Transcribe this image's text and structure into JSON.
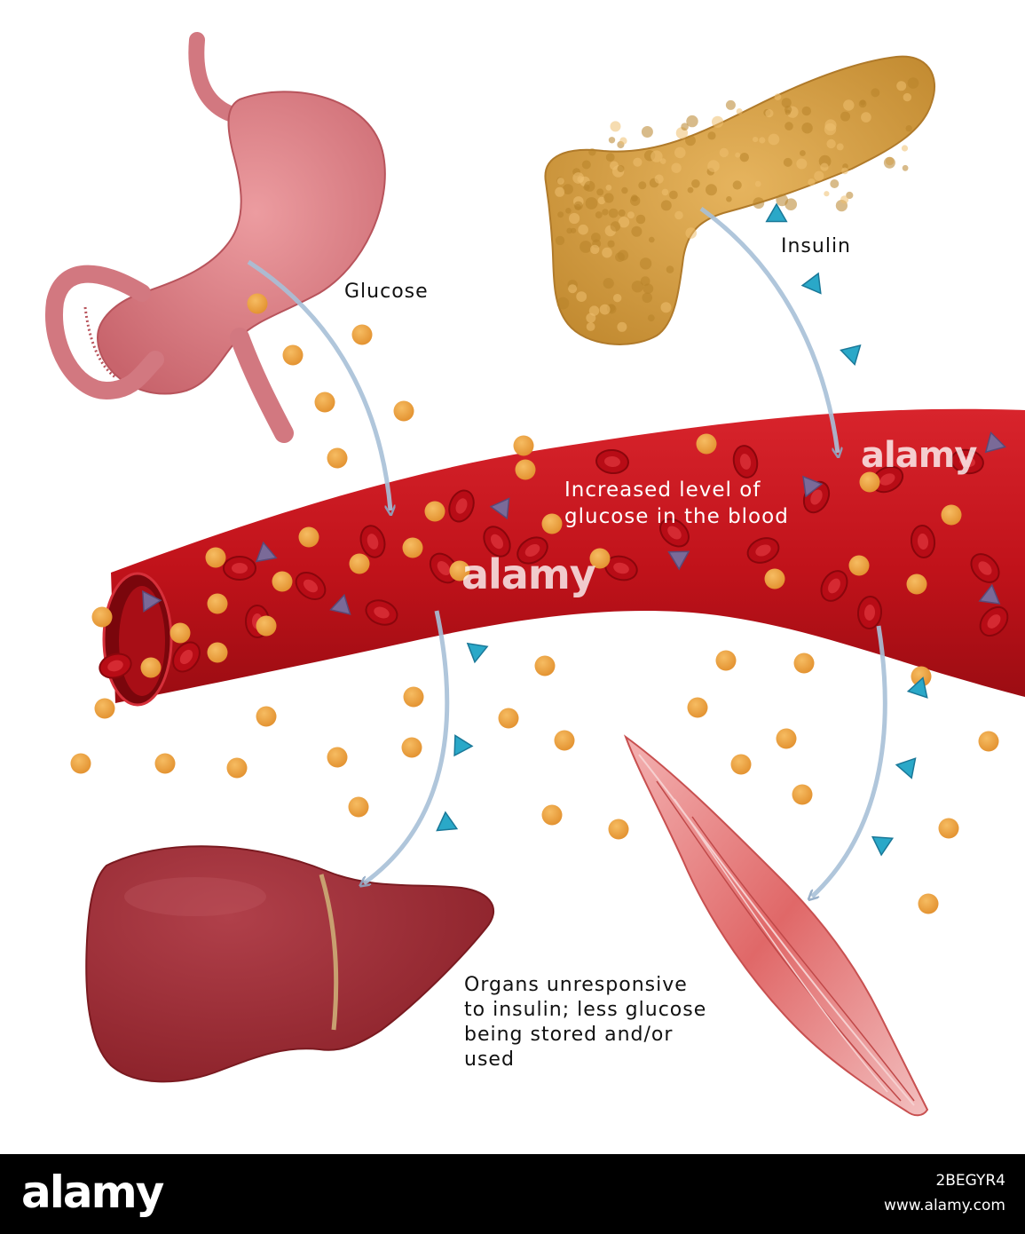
{
  "labels": {
    "glucose": "Glucose",
    "insulin": "Insulin",
    "blood_line1": "Increased level of",
    "blood_line2": "glucose in the blood",
    "organs_line1": "Organs unresponsive",
    "organs_line2": "to insulin; less glucose",
    "organs_line3": "being stored and/or",
    "organs_line4": "used"
  },
  "watermark": {
    "text": "alamy"
  },
  "footer": {
    "logo": "alamy",
    "image_id": "2BEGYR4",
    "url": "www.alamy.com"
  },
  "colors": {
    "glucose_dot": "#f0a040",
    "insulin_triangle": "#2aa8c8",
    "blood_vessel": "#c4121c",
    "stomach": "#d87a80",
    "pancreas": "#d8a24a",
    "liver": "#9a2a30",
    "muscle": "#e06a6a",
    "arrow": "#a8c0d8"
  },
  "icons": [
    "stomach-illustration",
    "pancreas-illustration",
    "blood-vessel-illustration",
    "liver-illustration",
    "muscle-illustration",
    "glucose-dot",
    "insulin-triangle"
  ]
}
